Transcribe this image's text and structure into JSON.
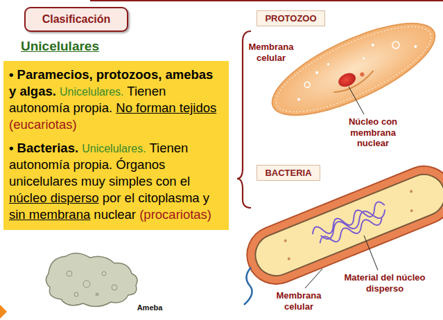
{
  "diagram": {
    "title": "Unicelulares",
    "nodes": [
      {
        "text": [
          "Clasificación"
        ]
      },
      {
        "text": [
          "• Paramecios, protozoos, amebas y algas.",
          "Unicelulares.",
          "Tienen autonomía propia.",
          "No forman tejidos",
          "(eucariotas)",
          "• Bacterias.",
          "Unicelulares.",
          "Tienen autonomía propia. Órganos unicelulares muy simples con el",
          "núcleo disperso",
          "por el citoplasma y",
          "sin membrana",
          "nuclear",
          "(procariotas)"
        ]
      },
      {
        "text": [
          "PROTOZOO"
        ]
      },
      {
        "text": [
          "BACTERIA"
        ]
      }
    ],
    "labels": [
      "Membrana celular",
      "Núcleo con membrana nuclear",
      "Material del núcleo disperso",
      "Membrana celular",
      "Ameba"
    ]
  }
}
